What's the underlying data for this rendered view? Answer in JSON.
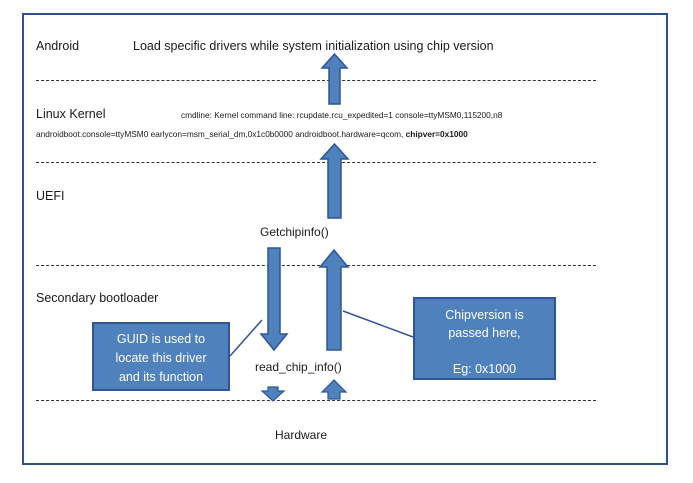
{
  "layers": {
    "android": "Android",
    "android_desc": "Load specific drivers while system initialization using chip version",
    "linux_kernel": "Linux Kernel",
    "cmdline_1": "cmdline: Kernel command line: rcupdate.rcu_expedited=1 console=ttyMSM0,115200,n8",
    "cmdline_2": "androidboot.console=ttyMSM0 earlycon=msm_serial_dm,0x1c0b0000 androidboot.hardware=qcom,",
    "cmdline_bold": "chipver=0x1000",
    "uefi": "UEFI",
    "getchipinfo": "Getchipinfo()",
    "secondary_bootloader": "Secondary bootloader",
    "read_chip_info": "read_chip_info()",
    "hardware": "Hardware"
  },
  "callouts": {
    "guid": [
      "GUID is used to",
      "locate this driver",
      "and its function"
    ],
    "chipversion": [
      "Chipversion is",
      "passed here,",
      "",
      "Eg: 0x1000"
    ]
  },
  "colors": {
    "arrow_fill": "#4f81bd",
    "arrow_stroke": "#2f5597",
    "frame": "#2f5089"
  }
}
